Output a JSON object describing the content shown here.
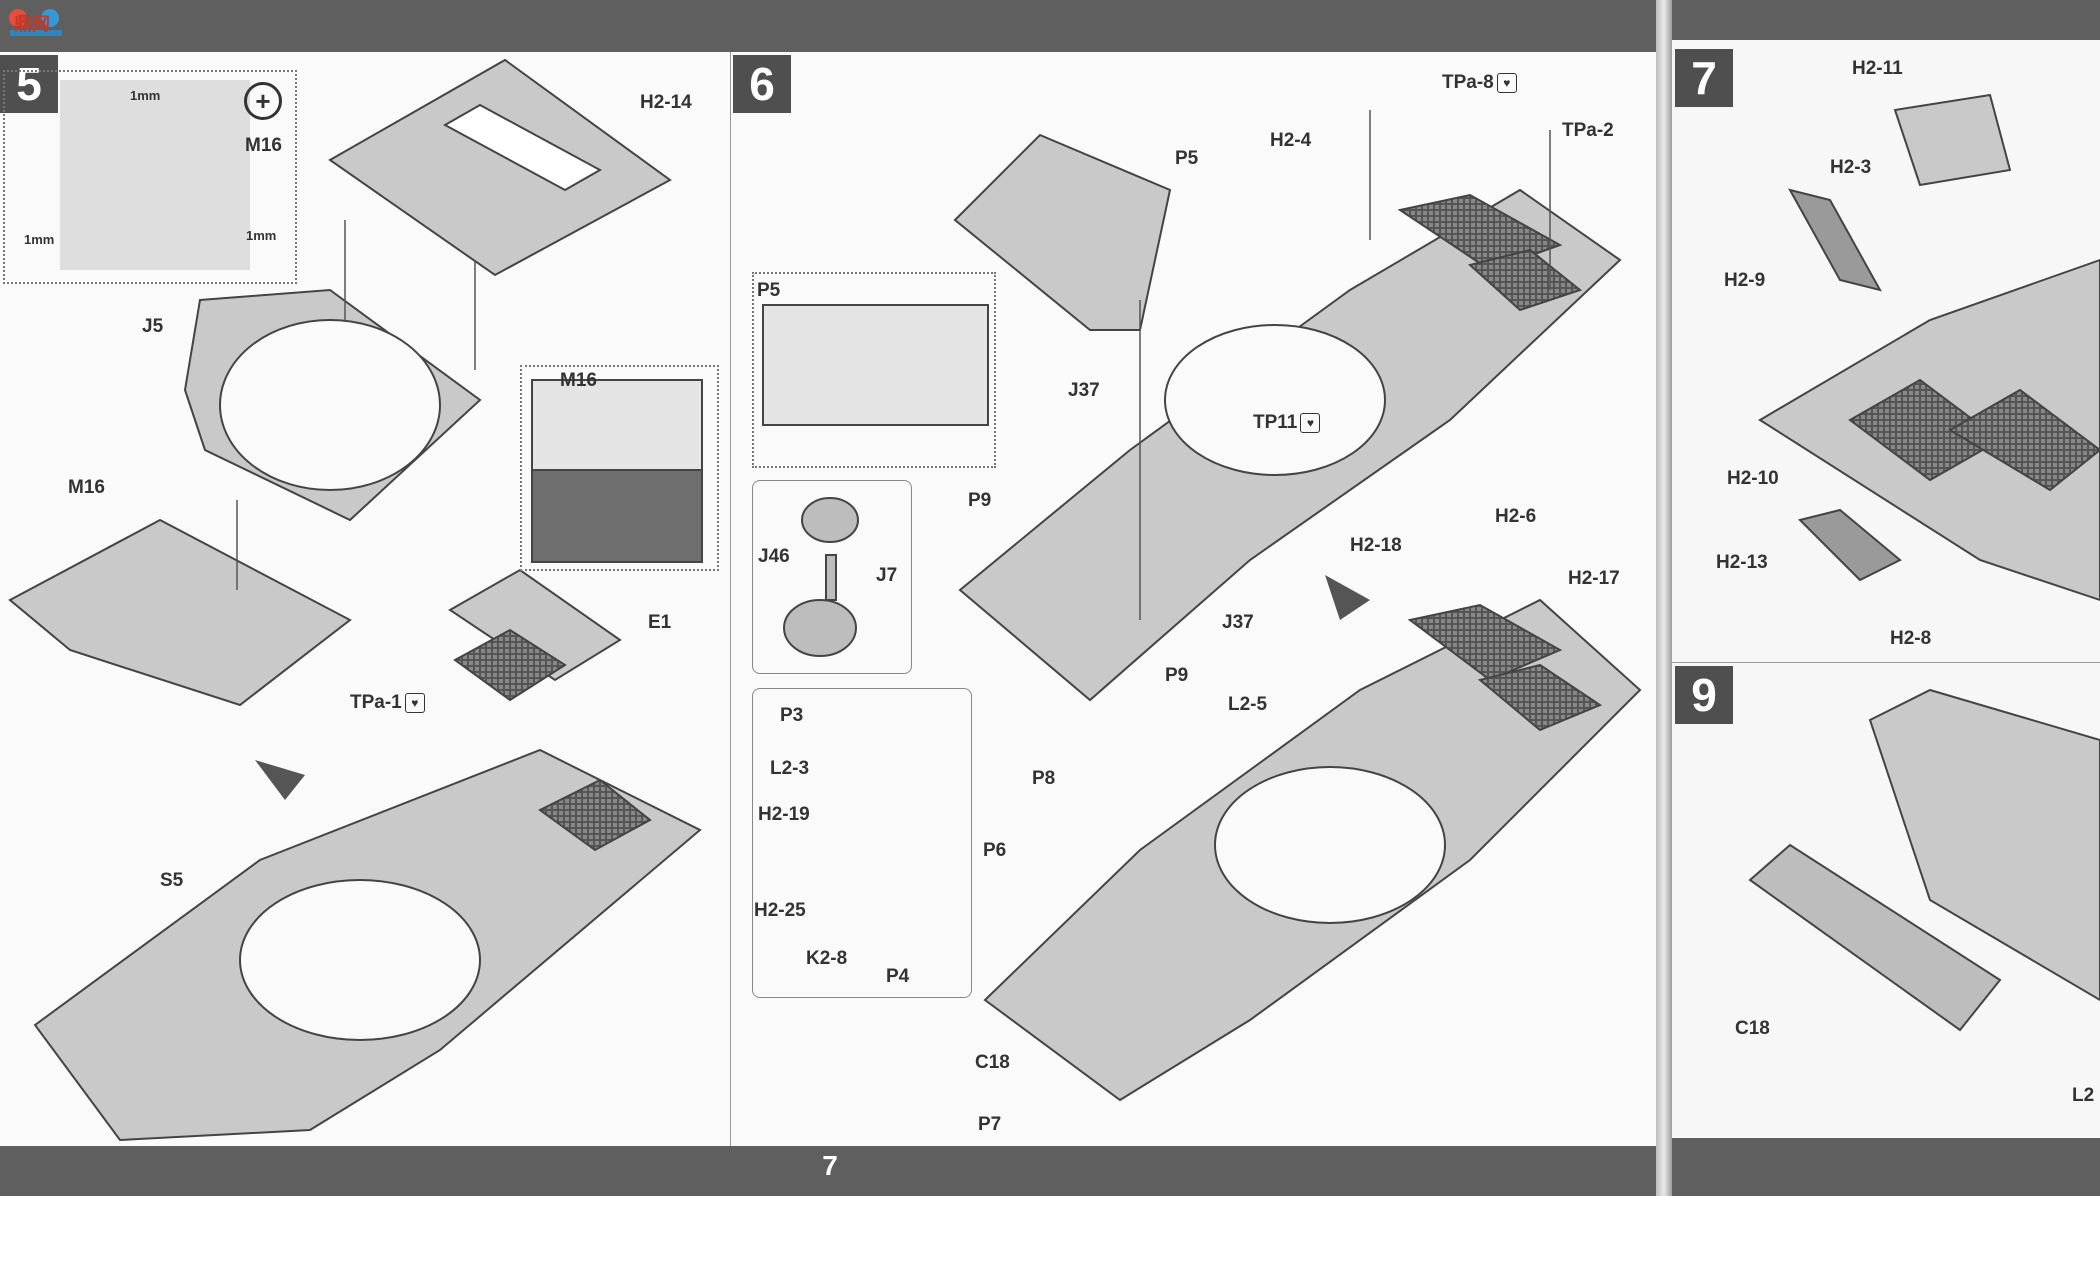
{
  "header": {
    "logo_text": "鼎网"
  },
  "footer": {
    "page_number": "7"
  },
  "steps": {
    "s5": "5",
    "s6": "6",
    "s7": "7",
    "s9": "9"
  },
  "icons": {
    "zoom": "zoom-in-icon",
    "drill": "drill-hole-icon",
    "pe": "photo-etch-icon"
  },
  "step5": {
    "inset_mm_top": "1mm",
    "inset_mm_left": "1mm",
    "inset_mm_right": "1mm",
    "inset_part": "M16",
    "labels": {
      "h2_14": "H2-14",
      "j5": "J5",
      "m16": "M16",
      "m16b": "M16",
      "e1": "E1",
      "tpa1": "TPa-1",
      "s5": "S5"
    }
  },
  "step6": {
    "labels": {
      "p5": "P5",
      "p5_inset": "P5",
      "h2_4": "H2-4",
      "tpa8": "TPa-8",
      "tpa2": "TPa-2",
      "j37a": "J37",
      "p9a": "P9",
      "tp11": "TP11",
      "j46": "J46",
      "j7": "J7",
      "j37b": "J37",
      "p9b": "P9",
      "h2_18": "H2-18",
      "h2_6": "H2-6",
      "h2_17": "H2-17",
      "p3": "P3",
      "l2_3": "L2-3",
      "h2_19": "H2-19",
      "h2_25": "H2-25",
      "k2_8": "K2-8",
      "p4": "P4",
      "l2_5": "L2-5",
      "p8": "P8",
      "p6": "P6",
      "c18": "C18",
      "p7": "P7"
    }
  },
  "step7": {
    "labels": {
      "h2_11": "H2-11",
      "h2_3": "H2-3",
      "h2_9": "H2-9",
      "h2_10": "H2-10",
      "h2_13": "H2-13",
      "h2_8": "H2-8"
    }
  },
  "step9": {
    "labels": {
      "c18": "C18",
      "l2": "L2"
    }
  }
}
